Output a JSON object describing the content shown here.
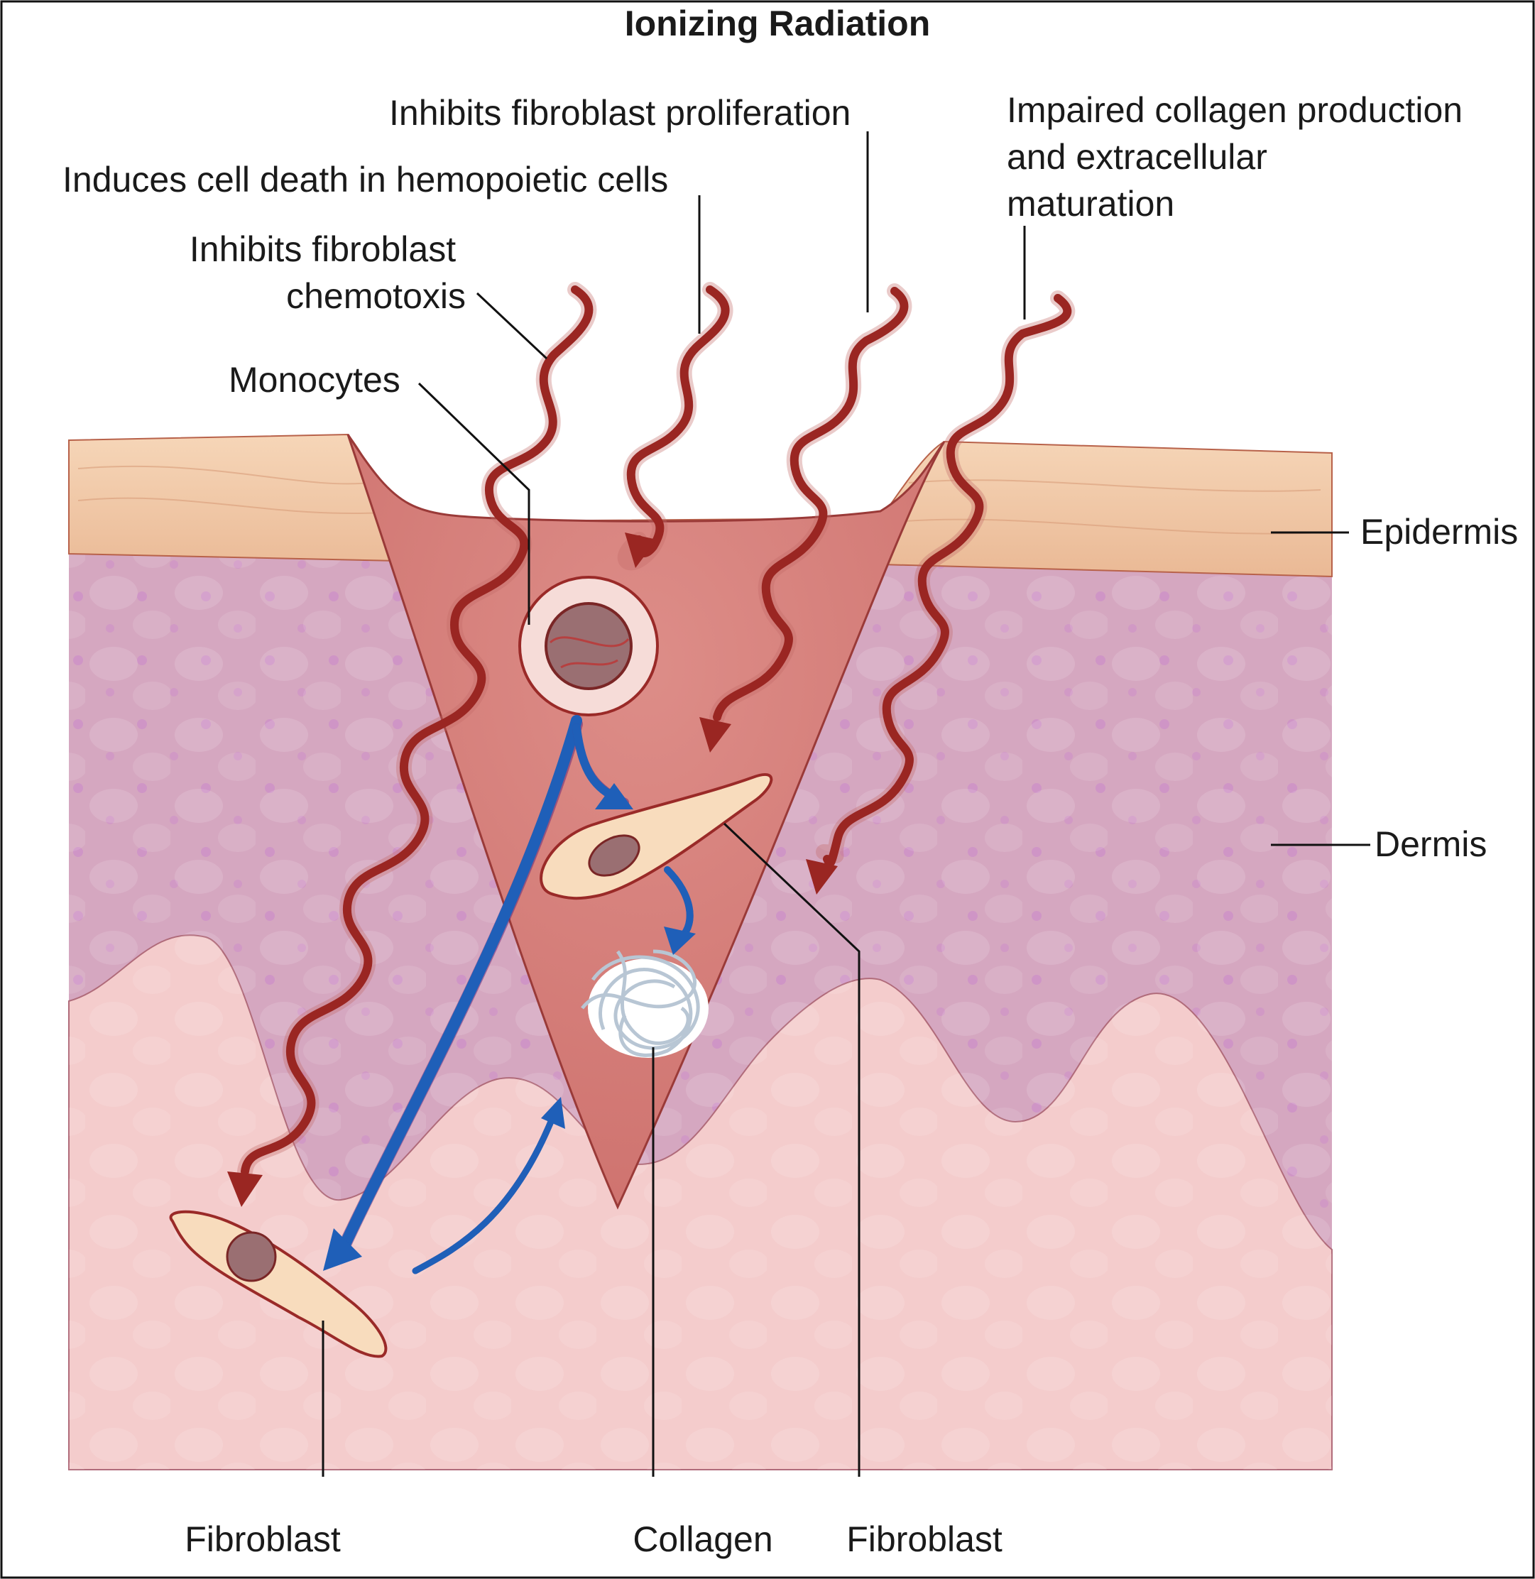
{
  "title": "Ionizing Radiation",
  "labels": {
    "inhibits_proliferation": "Inhibits fibroblast proliferation",
    "induces_cell_death": "Induces cell death in hemopoietic cells",
    "inhibits_chemotaxis": [
      "Inhibits fibroblast",
      "chemotoxis"
    ],
    "impaired_collagen": [
      "Impaired collagen production",
      "and extracellular",
      "maturation"
    ],
    "monocytes": "Monocytes",
    "epidermis": "Epidermis",
    "dermis": "Dermis",
    "fibroblast_left": "Fibroblast",
    "collagen": "Collagen",
    "fibroblast_right": "Fibroblast"
  },
  "colors": {
    "radiation": "#9a2622",
    "flow_arrows": "#1f5fb8",
    "epidermis": "#f0c6a2",
    "dermis_upper": "#c89ab8",
    "dermis_lower": "#f3c9c9",
    "wound": "#d57d7a",
    "fibroblast_cell": "#f8dcbd"
  }
}
